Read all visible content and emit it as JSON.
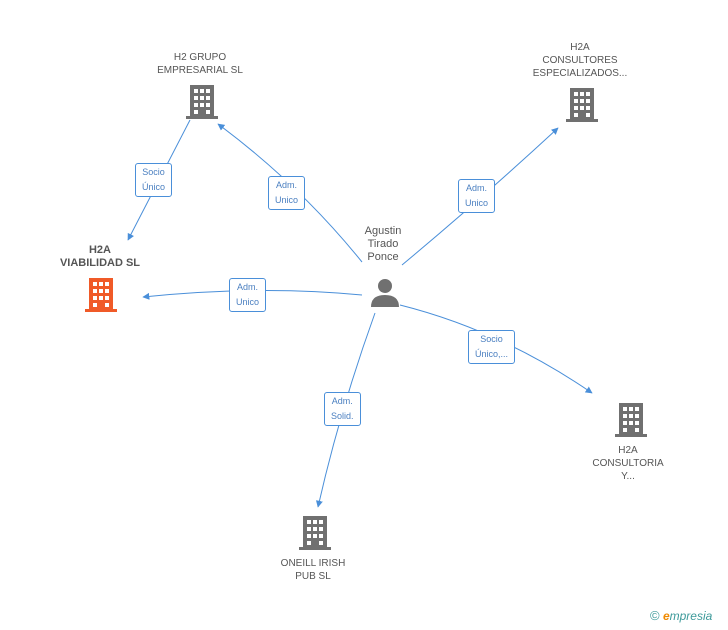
{
  "colors": {
    "edge": "#4a8fd9",
    "building": "#707070",
    "building_focus": "#f05a28",
    "person": "#707070"
  },
  "center": {
    "name_lines": [
      "Agustin",
      "Tirado",
      "Ponce"
    ],
    "icon": "person-icon"
  },
  "nodes": [
    {
      "id": "h2-grupo",
      "lines": [
        "H2 GRUPO",
        "EMPRESARIAL SL"
      ],
      "icon": "building-icon",
      "focus": false
    },
    {
      "id": "h2a-consultores",
      "lines": [
        "H2A",
        "CONSULTORES",
        "ESPECIALIZADOS..."
      ],
      "icon": "building-icon",
      "focus": false
    },
    {
      "id": "h2a-viabilidad",
      "lines": [
        "H2A",
        "VIABILIDAD SL"
      ],
      "icon": "building-icon",
      "focus": true
    },
    {
      "id": "h2a-consultoria",
      "lines": [
        "H2A",
        "CONSULTORIA",
        "Y..."
      ],
      "icon": "building-icon",
      "focus": false
    },
    {
      "id": "oneill",
      "lines": [
        "ONEILL IRISH",
        "PUB SL"
      ],
      "icon": "building-icon",
      "focus": false
    }
  ],
  "edges": [
    {
      "id": "e-grupo-viab",
      "label_lines": [
        "Socio",
        "Único"
      ]
    },
    {
      "id": "e-center-grupo",
      "label_lines": [
        "Adm.",
        "Unico"
      ]
    },
    {
      "id": "e-center-consultores",
      "label_lines": [
        "Adm.",
        "Unico"
      ]
    },
    {
      "id": "e-center-viab",
      "label_lines": [
        "Adm.",
        "Unico"
      ]
    },
    {
      "id": "e-center-consultoria",
      "label_lines": [
        "Socio",
        "Único,..."
      ]
    },
    {
      "id": "e-center-oneill",
      "label_lines": [
        "Adm.",
        "Solid."
      ]
    }
  ],
  "footer": {
    "copyright_symbol": "©",
    "brand_initial": "e",
    "brand_rest": "mpresia"
  }
}
